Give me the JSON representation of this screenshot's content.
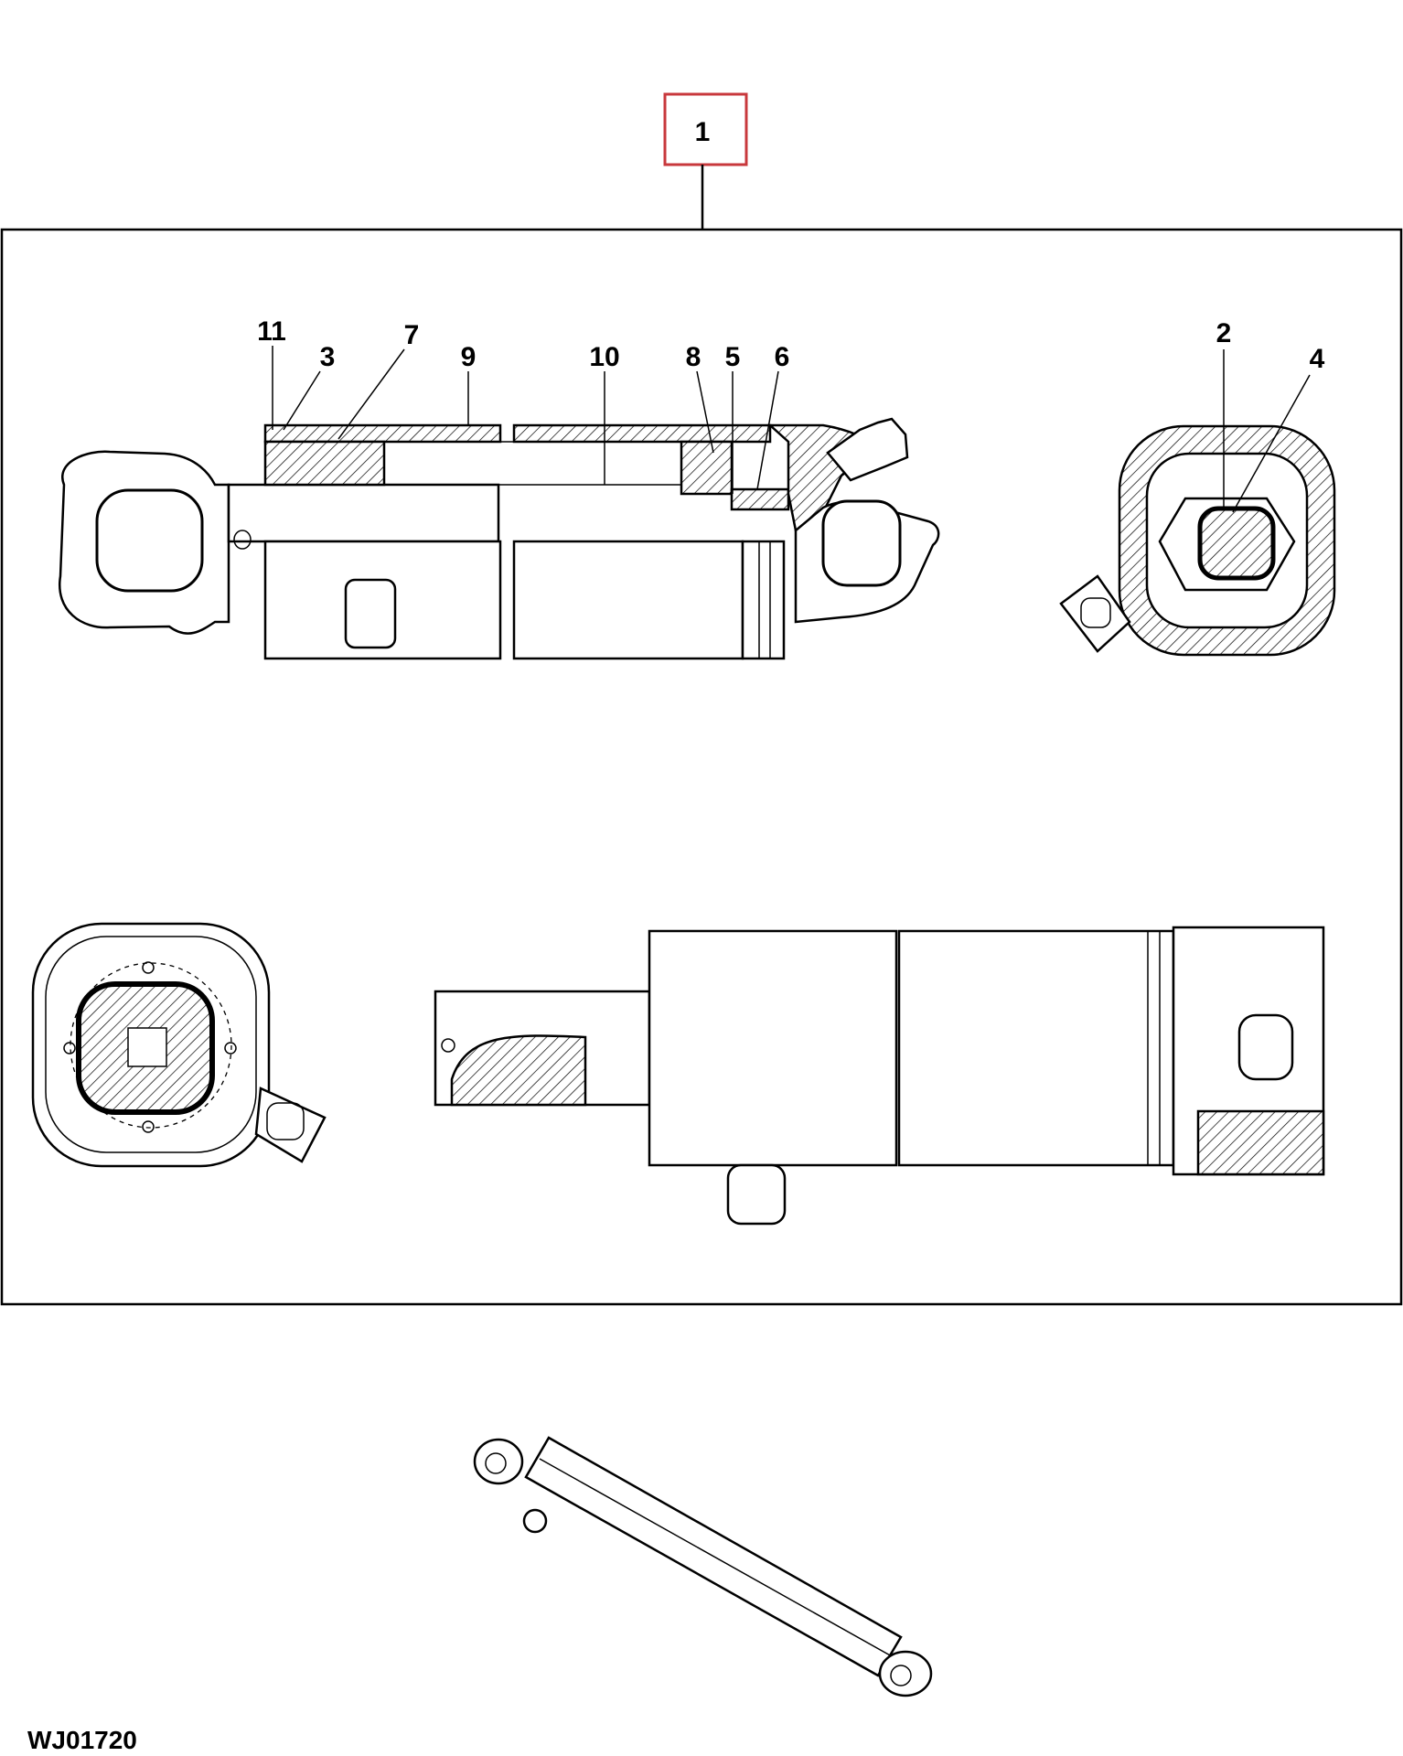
{
  "figure": {
    "main_callout": "1",
    "figure_id": "WJ01720",
    "highlight_color": "#c8383c",
    "line_color": "#000000",
    "callouts": [
      "11",
      "3",
      "7",
      "9",
      "10",
      "8",
      "5",
      "6",
      "2",
      "4"
    ]
  }
}
